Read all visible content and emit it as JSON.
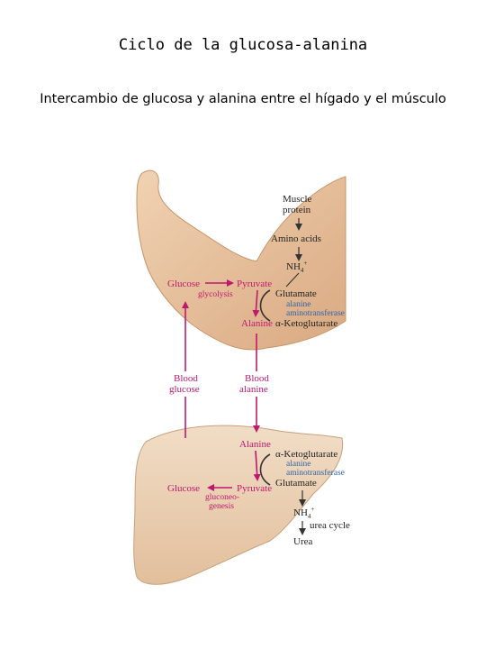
{
  "header": {
    "title": "Ciclo de la glucosa-alanina",
    "subtitle": "Intercambio de glucosa y alanina entre el hígado y el músculo"
  },
  "diagram": {
    "muscle": {
      "muscle_protein_1": "Muscle",
      "muscle_protein_2": "protein",
      "amino_acids": "Amino acids",
      "nh4": "NH",
      "nh4_sub": "4",
      "nh4_sup": "+",
      "glucose": "Glucose",
      "pyruvate": "Pyruvate",
      "glycolysis": "glycolysis",
      "glutamate": "Glutamate",
      "enzyme_1": "alanine",
      "enzyme_2": "aminotransferase",
      "alanine": "Alanine",
      "ketoglutarate": "α-Ketoglutarate"
    },
    "blood": {
      "blood_glucose_1": "Blood",
      "blood_glucose_2": "glucose",
      "blood_alanine_1": "Blood",
      "blood_alanine_2": "alanine"
    },
    "liver": {
      "alanine": "Alanine",
      "ketoglutarate": "α-Ketoglutarate",
      "enzyme_1": "alanine",
      "enzyme_2": "aminotransferase",
      "glucose": "Glucose",
      "pyruvate": "Pyruvate",
      "glutamate": "Glutamate",
      "gluconeogenesis_1": "gluconeo-",
      "gluconeogenesis_2": "genesis",
      "nh4": "NH",
      "nh4_sub": "4",
      "nh4_sup": "+",
      "urea_cycle": "urea cycle",
      "urea": "Urea"
    },
    "colors": {
      "pathway": "#c0186e",
      "enzyme": "#2f63a8",
      "skin": "#e8c39f",
      "liver": "#efd8bf"
    }
  }
}
